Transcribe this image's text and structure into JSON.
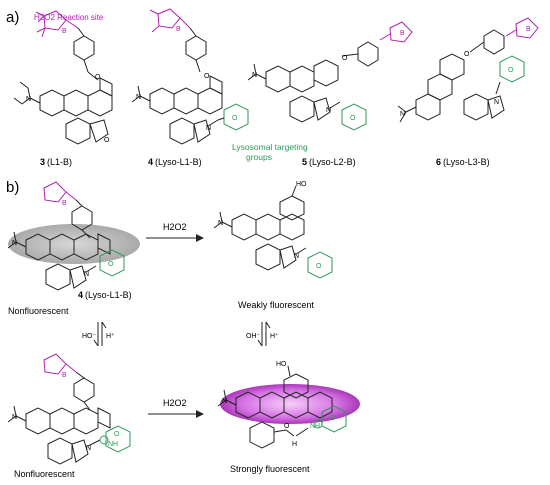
{
  "panels": {
    "a": "a)",
    "b": "b)"
  },
  "annotations": {
    "reaction_site": "H2O2 Reaction site",
    "lysosomal_line1": "Lysosomal targeting",
    "lysosomal_line2": "groups"
  },
  "compounds": [
    {
      "num": "3",
      "name": "(L1-B)"
    },
    {
      "num": "4",
      "name": "(Lyso-L1-B)"
    },
    {
      "num": "5",
      "name": "(Lyso-L2-B)"
    },
    {
      "num": "6",
      "name": "(Lyso-L3-B)"
    }
  ],
  "scheme": {
    "reagent_top": "H2O2",
    "reagent_bottom": "H2O2",
    "start_label_num": "4",
    "start_label_name": "(Lyso-L1-B)",
    "nonfluorescent_top": "Nonfluorescent",
    "weakly": "Weakly fluorescent",
    "nonfluorescent_bottom": "Nonfluorescent",
    "strongly": "Strongly fluorescent",
    "eq_left_down": "HO⁻",
    "eq_left_up": "H⁺",
    "eq_right_down": "OH⁻",
    "eq_right_up": "H⁺"
  },
  "atom_labels": {
    "N": "N",
    "O": "O",
    "B": "B",
    "OH": "HO",
    "NH": "NH",
    "H": "H"
  },
  "colors": {
    "boronate": "#b020b0",
    "morpholine": "#2e9a5a",
    "highlight": "#c040d0"
  }
}
